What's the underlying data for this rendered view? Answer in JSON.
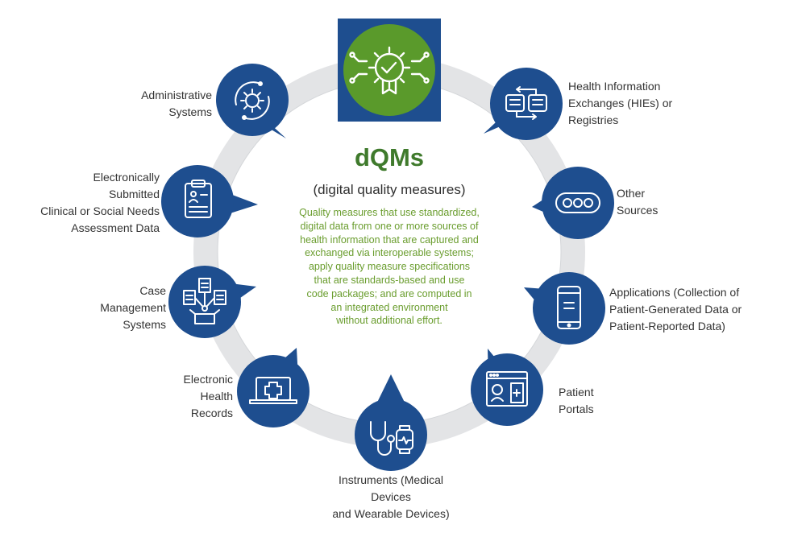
{
  "center": {
    "title": "dQMs",
    "subtitle": "(digital quality measures)",
    "description_lines": [
      "Quality measures that use standardized,",
      "digital data from one or more sources of",
      "health information that are captured and",
      "exchanged via interoperable systems;",
      "apply quality measure specifications",
      "that are standards-based and use",
      "code packages; and are computed in",
      "an integrated environment",
      "without additional effort."
    ]
  },
  "colors": {
    "node_blue": "#1e4e8f",
    "ring_gray": "#e3e4e6",
    "hub_green": "#5a9a2b",
    "title_green": "#3f7a2c",
    "desc_green": "#6a9d2e"
  },
  "sources": [
    {
      "id": "administrative-systems",
      "icon": "gear-cycle-icon",
      "label_lines": [
        "Administrative",
        "Systems"
      ]
    },
    {
      "id": "health-information-exchanges",
      "icon": "exchange-icon",
      "label_lines": [
        "Health Information",
        "Exchanges (HIEs) or",
        "Registries"
      ]
    },
    {
      "id": "electronically-submitted",
      "icon": "clipboard-icon",
      "label_lines": [
        "Electronically",
        "Submitted",
        "Clinical or Social Needs",
        "Assessment Data"
      ]
    },
    {
      "id": "other-sources",
      "icon": "ellipsis-icon",
      "label_lines": [
        "Other",
        "Sources"
      ]
    },
    {
      "id": "case-management-systems",
      "icon": "documents-box-icon",
      "label_lines": [
        "Case",
        "Management",
        "Systems"
      ]
    },
    {
      "id": "applications",
      "icon": "mobile-phone-icon",
      "label_lines": [
        "Applications (Collection of",
        "Patient-Generated Data or",
        "Patient-Reported Data)"
      ]
    },
    {
      "id": "electronic-health-records",
      "icon": "laptop-medical-icon",
      "label_lines": [
        "Electronic",
        "Health",
        "Records"
      ]
    },
    {
      "id": "patient-portals",
      "icon": "web-portal-icon",
      "label_lines": [
        "Patient",
        "Portals"
      ]
    },
    {
      "id": "instruments",
      "icon": "stethoscope-watch-icon",
      "label_lines": [
        "Instruments (Medical",
        "Devices",
        "and Wearable Devices)"
      ]
    }
  ],
  "hub": {
    "icon": "quality-badge-icon"
  }
}
